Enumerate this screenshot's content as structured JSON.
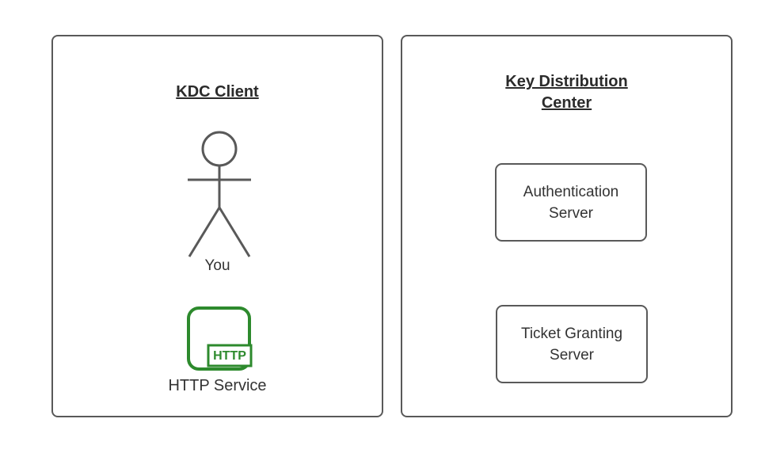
{
  "diagram": {
    "client_panel": {
      "title": "KDC Client",
      "actor_label": "You",
      "service_label": "HTTP Service",
      "service_icon_text": "HTTP"
    },
    "kdc_panel": {
      "title": "Key Distribution Center",
      "nodes": [
        {
          "label": "Authentication Server"
        },
        {
          "label": "Ticket Granting Server"
        }
      ]
    },
    "colors": {
      "background": "#ffffff",
      "panel_border": "#595959",
      "text": "#333333",
      "accent_green": "#2d8a2d"
    }
  }
}
